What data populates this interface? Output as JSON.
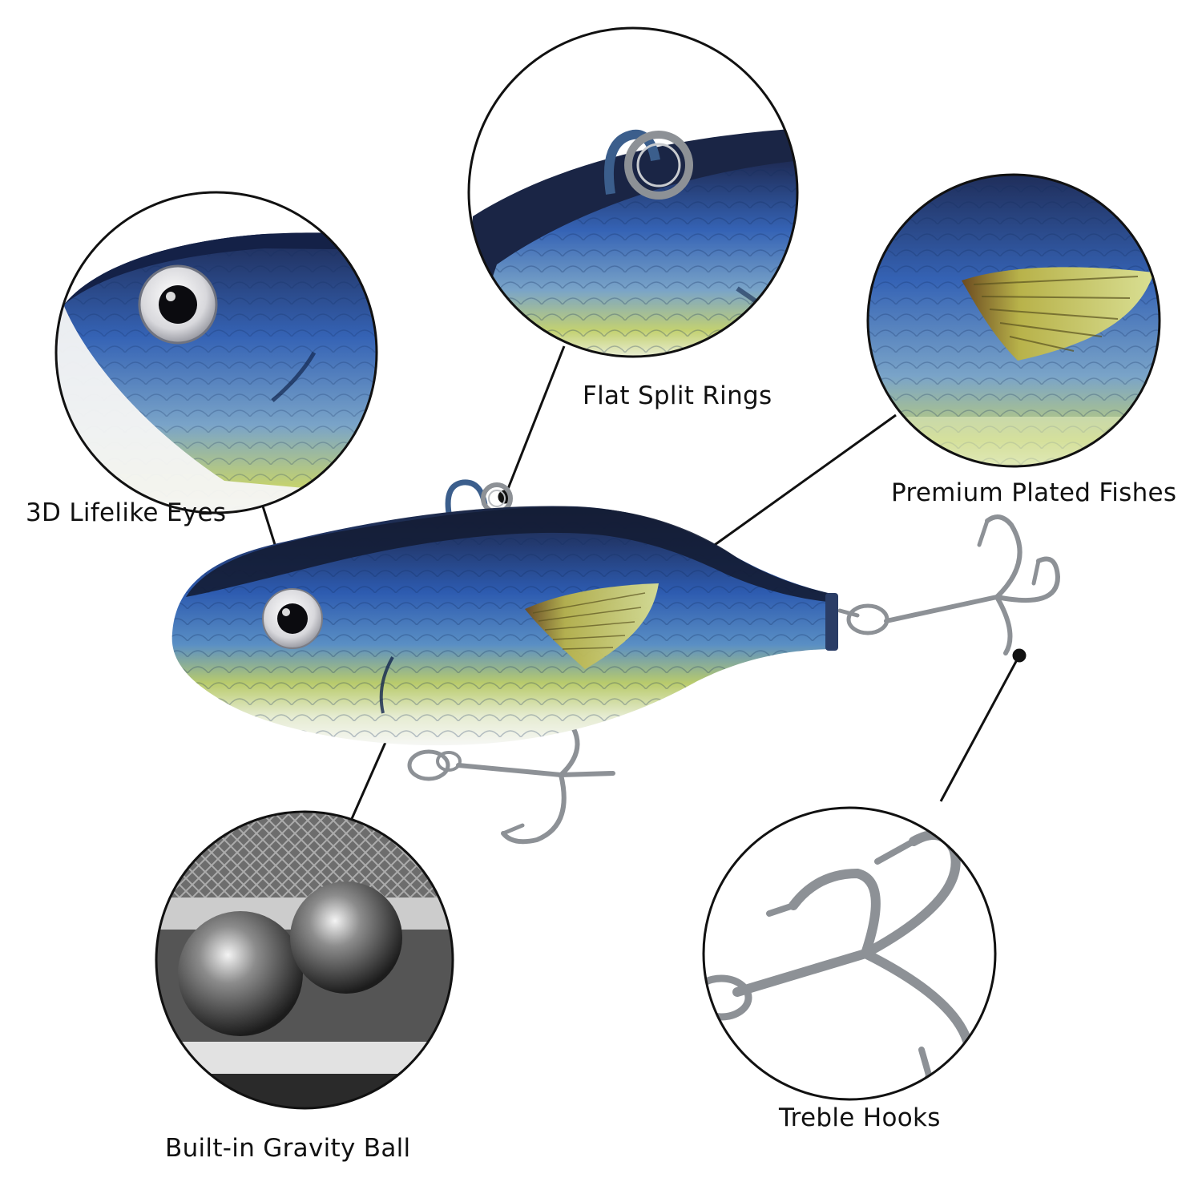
{
  "callouts": {
    "eyes": "3D Lifelike Eyes",
    "rings": "Flat Split Rings",
    "plated": "Premium Plated Fishes",
    "gravity": "Built-in Gravity Ball",
    "treble": "Treble Hooks"
  },
  "colors": {
    "back": "#1f2a48",
    "body_blue": "#2d58a8",
    "belly_green": "#bfcf6a",
    "belly_white": "#f2f4f2",
    "metal": "#8d9196",
    "line": "#111111"
  },
  "icons": [
    "fish-lure-icon",
    "eye-icon",
    "split-ring-icon",
    "treble-hook-icon",
    "gravity-ball-icon",
    "fin-icon"
  ]
}
